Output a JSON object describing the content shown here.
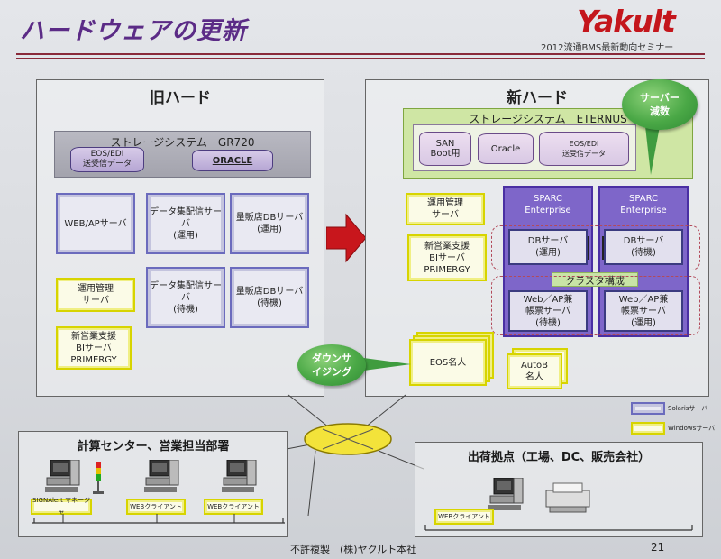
{
  "header": {
    "title": "ハードウェアの更新",
    "logo": "Yakult",
    "seminar": "2012流通BMS最新動向セミナー"
  },
  "old": {
    "title": "旧ハード",
    "storage_label": "ストレージシステム　GR720",
    "cyl1": [
      "EOS/EDI",
      "送受信データ"
    ],
    "cyl2": "ORACLE",
    "srv_web": "WEB/APサーバ",
    "srv_data1": [
      "データ集配信サーバ",
      "(運用)"
    ],
    "srv_db1": [
      "量販店DBサーバ",
      "(運用)"
    ],
    "srv_data2": [
      "データ集配信サーバ",
      "(待機)"
    ],
    "srv_db2": [
      "量販店DBサーバ",
      "(待機)"
    ],
    "srv_ops": [
      "運用管理",
      "サーバ"
    ],
    "srv_bi": [
      "新営業支援",
      "BIサーバ",
      "PRIMERGY"
    ]
  },
  "new": {
    "title": "新ハード",
    "storage_label": "ストレージシステム　ETERNUS",
    "cyl1": [
      "SAN",
      "Boot用"
    ],
    "cyl2": "Oracle",
    "cyl3": [
      "EOS/EDI",
      "送受信データ"
    ],
    "srv_ops": [
      "運用管理",
      "サーバ"
    ],
    "srv_bi": [
      "新営業支援",
      "BIサーバ",
      "PRIMERGY"
    ],
    "sparc_left": [
      "SPARC",
      "Enterprise"
    ],
    "sparc_right": [
      "SPARC",
      "Enterprise"
    ],
    "db_left": [
      "DBサーバ",
      "(運用)"
    ],
    "db_right": [
      "DBサーバ",
      "(待機)"
    ],
    "cluster": "クラスタ構成",
    "web_left": [
      "Web／AP兼",
      "帳票サーバ",
      "(待機)"
    ],
    "web_right": [
      "Web／AP兼",
      "帳票サーバ",
      "(運用)"
    ],
    "eos": "EOS名人",
    "autob": [
      "AutoB",
      "名人"
    ]
  },
  "bubbles": {
    "reduce": [
      "サーバー",
      "減数"
    ],
    "downsize": [
      "ダウンサ",
      "イジング"
    ]
  },
  "legend": {
    "solaris": "Solarisサーバ",
    "windows": "Windowsサーバ"
  },
  "bottom_left": {
    "title": "計算センター、営業担当部署",
    "client1": "SIGNAlert マネージャ",
    "client2": "WEBクライアント",
    "client3": "WEBクライアント"
  },
  "bottom_right": {
    "title": "出荷拠点（工場、DC、販売会社）",
    "client": "WEBクライアント"
  },
  "footer": {
    "copyright": "不許複製　(株)ヤクルト本社",
    "page": "21"
  },
  "colors": {
    "title": "#5b2b86",
    "logo": "#c4161c",
    "solaris": "#6b6bbd",
    "windows": "#d7d400",
    "sparc": "#7e66c9",
    "bubble": "#4aa846",
    "arrow": "#c8161c"
  }
}
